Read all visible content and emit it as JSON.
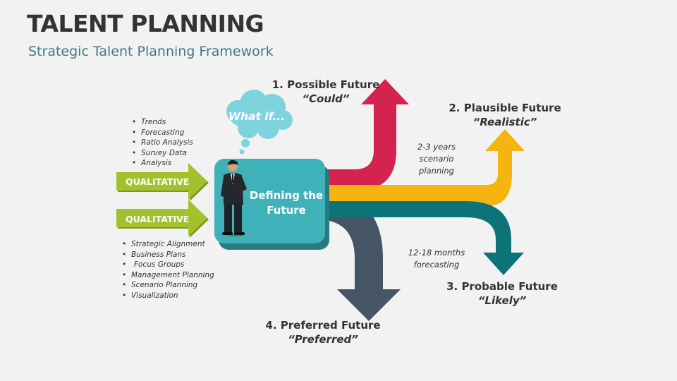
{
  "header": {
    "title": "TALENT PLANNING",
    "subtitle": "Strategic Talent Planning Framework"
  },
  "inputs": {
    "top_label": "QUALITATIVE",
    "bottom_label": "QUALITATIVE",
    "top_bullets": [
      "Trends",
      "Forecasting",
      "Ratio Analysis",
      "Survey Data",
      "Analysis"
    ],
    "bottom_bullets": [
      "Strategic Alignment",
      "Business Plans",
      "Focus Groups",
      "Management Planning",
      "Scenario Planning",
      "Visualization"
    ]
  },
  "center": {
    "label": "Defining the Future",
    "thought": "What if..."
  },
  "outcomes": [
    {
      "title": "1. Possible Future",
      "sub": "“Could”"
    },
    {
      "title": "2. Plausible Future",
      "sub": "“Realistic”"
    },
    {
      "title": "3. Probable Future",
      "sub": "“Likely”"
    },
    {
      "title": "4. Preferred Future",
      "sub": "“Preferred”"
    }
  ],
  "notes": {
    "upper": "2-3 years scenario planning",
    "lower": "12-18 months forecasting"
  },
  "colors": {
    "title": "#333333",
    "subtitle": "#3c7a80",
    "qualitative": "#9fbe2b",
    "center_box": "#3fb1b9",
    "thought_bubble": "#7fd3dd",
    "possible": "#d4234f",
    "plausible": "#f6b411",
    "probable": "#0c7479",
    "preferred": "#465566"
  }
}
